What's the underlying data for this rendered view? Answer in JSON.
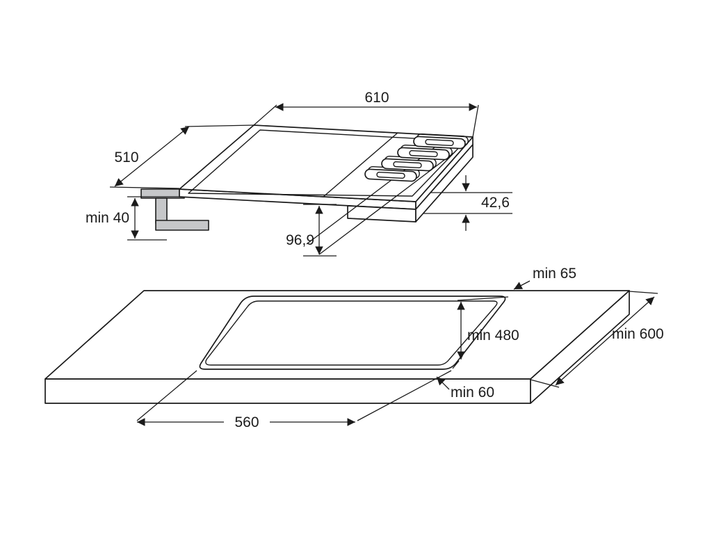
{
  "diagram": {
    "kind": "built-in-hob-installation-dimensions",
    "background": "#ffffff",
    "line_color": "#1b1b1b",
    "bracket_fill": "#c6c7c9",
    "labels": {
      "hob_width": "610",
      "hob_depth": "510",
      "clearance_below_hob": "min 40",
      "hob_rim_height": "42,6",
      "hob_body_depth": "96,9",
      "cutout_to_back_edge": "min 65",
      "cutout_depth": "min 480",
      "worktop_min_depth": "min 600",
      "cutout_to_front_edge": "min 60",
      "cutout_width": "560"
    }
  }
}
